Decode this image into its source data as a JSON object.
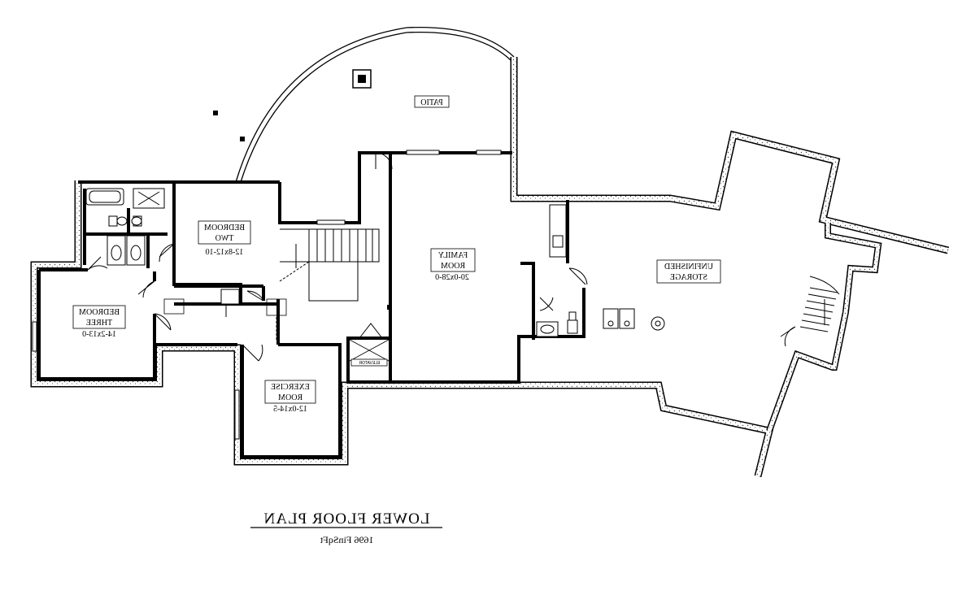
{
  "plan": {
    "title": "LOWER FLOOR PLAN",
    "area": "1696 FinSqFt"
  },
  "rooms": {
    "patio": {
      "name": "PATIO"
    },
    "family": {
      "name1": "FAMILY",
      "name2": "ROOM",
      "dims": "20-0x28-0"
    },
    "storage": {
      "name1": "UNFINISHED",
      "name2": "STORAGE"
    },
    "bed2": {
      "name1": "BEDROOM",
      "name2": "TWO",
      "dims": "12-8x12-10"
    },
    "bed3": {
      "name1": "BEDROOM",
      "name2": "THREE",
      "dims": "14-2x13-0"
    },
    "exercise": {
      "name1": "EXERCISE",
      "name2": "ROOM",
      "dims": "12-0x14-5"
    },
    "elevator": {
      "name": "ELEVATOR"
    }
  }
}
